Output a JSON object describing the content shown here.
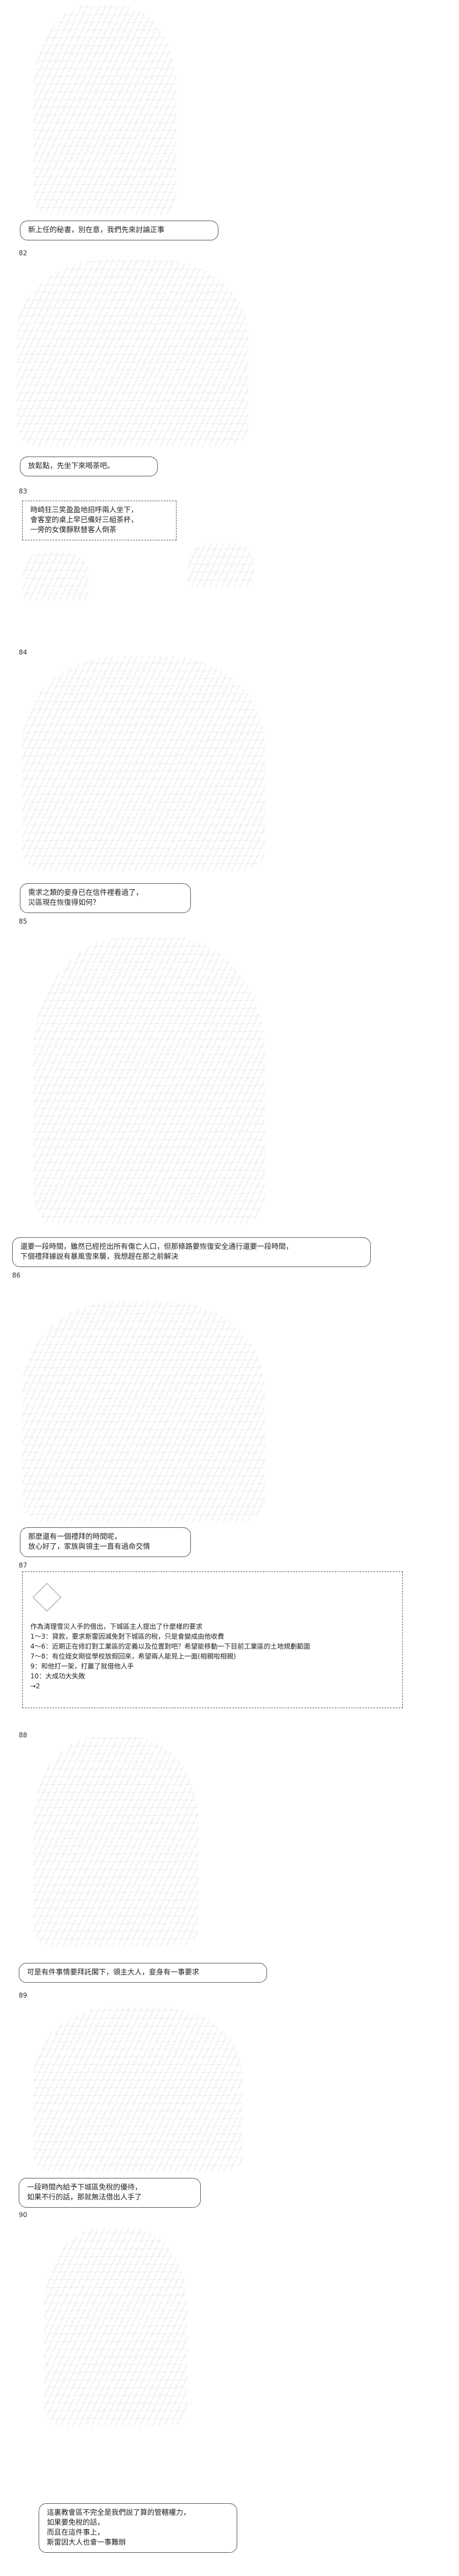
{
  "panels": [
    {
      "label": "82",
      "lines": [
        "新上任的秘書，別在意，我們先來討論正事"
      ]
    },
    {
      "label": "83",
      "lines": [
        "放鬆點，先坐下來喝茶吧。"
      ]
    },
    {
      "label": "",
      "lines": [
        "時崎狂三笑盈盈地招呼兩人坐下，",
        "會客室的桌上早已備好三組茶杯，",
        "一旁的女僕靜默替客人倒茶"
      ]
    },
    {
      "label": "84",
      "lines": []
    },
    {
      "label": "85",
      "lines": [
        "需求之類的妾身已在信件裡看過了，",
        "災區現在恢復得如何？"
      ]
    },
    {
      "label": "86",
      "lines": [
        "還要一段時間，雖然已經挖出所有傷亡人口，但那條路要恢復安全通行還要一段時間，",
        "下個禮拜據說有暴風雪來襲，我想趕在那之前解決"
      ]
    },
    {
      "label": "87",
      "lines": [
        "那麼還有一個禮拜的時間呢，",
        "放心好了，家族與領主一直有過命交情"
      ]
    },
    {
      "label": "88",
      "lines": [
        "作為清理雪災人手的借出，下城區主人提出了什麼樣的要求",
        "",
        "1～3：貸款，要求斯雷因減免對下城區的稅，只是會變成由他收費",
        "4～6：近期正在修訂對工業區的定義以及位置對吧？希望能移動一下目前工業區的土地規劃範圍",
        "7～8：有位姪女剛從學校放假回來，希望兩人能見上一面(相親啦相親)",
        "9：和他打一架，打贏了就借他人手",
        "10：大成功大失敗",
        "→2"
      ]
    },
    {
      "label": "89",
      "lines": [
        "可是有件事情要拜託閣下，領主大人，妾身有一事要求"
      ]
    },
    {
      "label": "90",
      "lines": [
        "一段時間內給予下城區免稅的優待，",
        "如果不行的話，那就無法借出人手了"
      ]
    },
    {
      "label": "",
      "lines": [
        "這裏教會區不完全是我們說了算的管轄權力，",
        "如果要免稅的話，",
        "而且在這件事上，",
        "斯雷因大人也會一事難辦"
      ]
    }
  ]
}
